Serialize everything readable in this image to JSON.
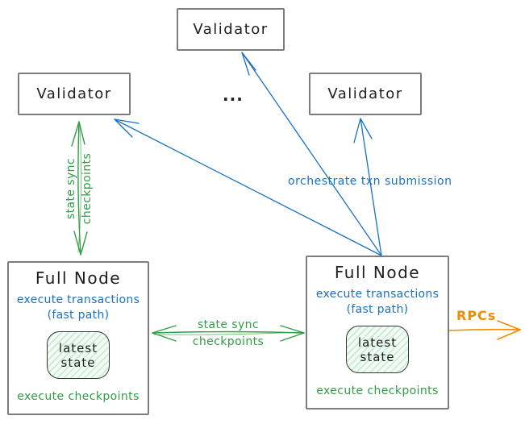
{
  "colors": {
    "blue": "#1971c2",
    "green": "#2f9e44",
    "orange": "#f08c00",
    "ink": "#1e1e1e",
    "border": "#7d7d7d",
    "statefill": "#f2fbf4",
    "statehatch": "#c9ebd0"
  },
  "validators": {
    "top": "Validator",
    "left": "Validator",
    "right": "Validator",
    "ellipsis": "..."
  },
  "fullnode_left": {
    "title": "Full Node",
    "exec_txn": "execute transactions",
    "fast_path": "(fast path)",
    "state_line1": "latest",
    "state_line2": "state",
    "exec_ckpt": "execute checkpoints"
  },
  "fullnode_right": {
    "title": "Full Node",
    "exec_txn": "execute transactions",
    "fast_path": "(fast path)",
    "state_line1": "latest",
    "state_line2": "state",
    "exec_ckpt": "execute checkpoints"
  },
  "edges": {
    "vertical_sync_line1": "state sync",
    "vertical_sync_line2": "checkpoints",
    "horizontal_sync_line1": "state sync",
    "horizontal_sync_line2": "checkpoints",
    "orchestrate": "orchestrate txn submission",
    "rpcs": "RPCs"
  }
}
